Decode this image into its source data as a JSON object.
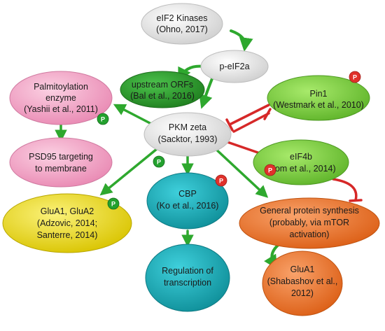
{
  "nodes": {
    "eif2_kinases": {
      "line1": "eIF2 Kinases",
      "line2": "(Ohno, 2017)",
      "color": "#e8e8e8"
    },
    "p_eif2a": {
      "line1": "p-eIF2a",
      "color": "#e8e8e8"
    },
    "upstream_orfs": {
      "line1": "upstream ORFs",
      "line2": "(Bal et al., 2016)",
      "color": "#2e9e2e"
    },
    "pkm_zeta": {
      "line1": "PKM zeta",
      "line2": "(Sacktor, 1993)",
      "color": "#e8e8e8"
    },
    "palmitoylation": {
      "line1": "Palmitoylation",
      "line2": "enzyme",
      "line3": "(Yashii et al., 2011)",
      "color": "#f3a6c6"
    },
    "psd95": {
      "line1": "PSD95 targeting",
      "line2": "to membrane",
      "color": "#f3a6c6"
    },
    "pin1": {
      "line1": "Pin1",
      "line2": "(Westmark et al., 2010)",
      "color": "#7fd33c"
    },
    "eif4b": {
      "line1": "eIF4b",
      "line2": "(Eom et al., 2014)",
      "color": "#7fd33c"
    },
    "glua1_glua2": {
      "line1": "GluA1, GluA2",
      "line2": "(Adzovic, 2014;",
      "line3": "Santerre, 2014)",
      "color": "#f2e21b"
    },
    "cbp": {
      "line1": "CBP",
      "line2": "(Ko et al., 2016)",
      "color": "#18b3bf"
    },
    "transcription": {
      "line1": "Regulation of",
      "line2": "transcription",
      "color": "#18b3bf"
    },
    "protein_synthesis": {
      "line1": "General protein synthesis",
      "line2": "(probably, via mTOR",
      "line3": "activation)",
      "color": "#f07a2c"
    },
    "glua1": {
      "line1": "GluA1",
      "line2": "(Shabashov et al.,",
      "line3": "2012)",
      "color": "#f07a2c"
    }
  },
  "badges": {
    "label": "P"
  },
  "colors": {
    "activate": "#2ea82e",
    "inhibit": "#d62828",
    "badge_green": "#23a12e",
    "badge_red": "#e0312b"
  }
}
